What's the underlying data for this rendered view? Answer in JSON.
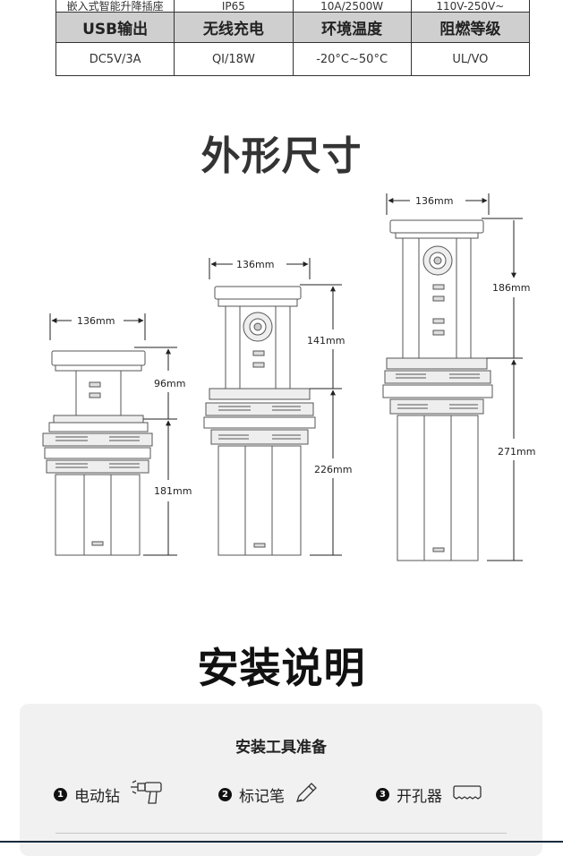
{
  "spec_table": {
    "top_row": [
      "嵌入式智能升降插座",
      "IP65",
      "10A/2500W",
      "110V-250V~"
    ],
    "headers": [
      "USB输出",
      "无线充电",
      "环境温度",
      "阻燃等级"
    ],
    "values": [
      "DC5V/3A",
      "QI/18W",
      "-20°C~50°C",
      "UL/VO"
    ]
  },
  "dimensions_section": {
    "title": "外形尺寸",
    "small_unit": {
      "width_label": "136mm",
      "upper_label": "96mm",
      "lower_label": "181mm"
    },
    "medium_unit": {
      "width_label": "136mm",
      "upper_label": "141mm",
      "lower_label": "226mm"
    },
    "large_unit": {
      "width_label": "136mm",
      "upper_label": "186mm",
      "lower_label": "271mm"
    }
  },
  "install_section": {
    "title": "安装说明",
    "panel_title": "安装工具准备",
    "tools": [
      {
        "num": "1",
        "label": "电动钻",
        "icon": "drill-icon"
      },
      {
        "num": "2",
        "label": "标记笔",
        "icon": "pen-icon"
      },
      {
        "num": "3",
        "label": "开孔器",
        "icon": "hole-saw-icon"
      }
    ]
  }
}
